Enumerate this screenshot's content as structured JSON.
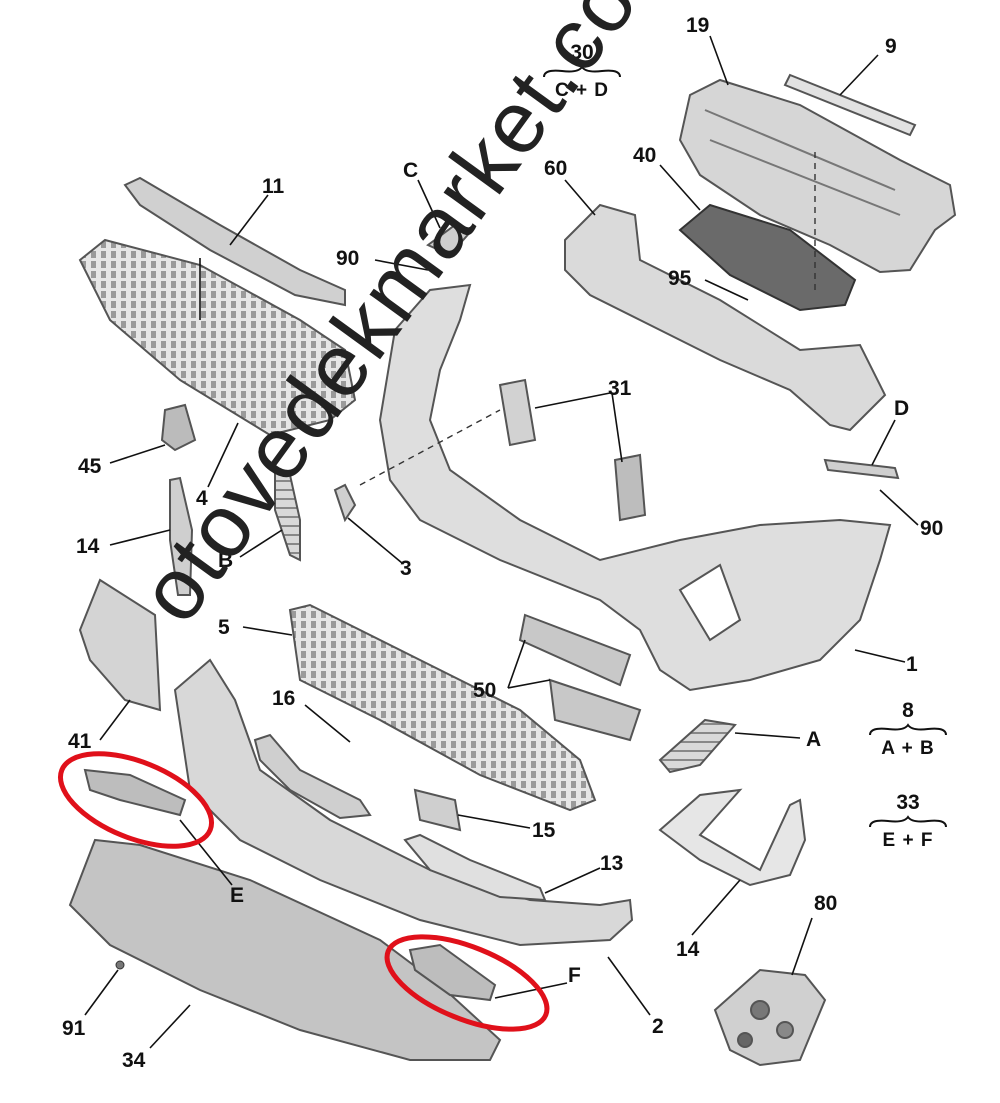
{
  "labels": {
    "p19": "19",
    "p9": "9",
    "p60": "60",
    "p40": "40",
    "p95": "95",
    "pC": "C",
    "p90a": "90",
    "p11": "11",
    "p45": "45",
    "p4": "4",
    "p14a": "14",
    "pB": "B",
    "p3": "3",
    "p31": "31",
    "pD": "D",
    "p90b": "90",
    "p1": "1",
    "p5": "5",
    "p50": "50",
    "p16": "16",
    "p41": "41",
    "pE": "E",
    "p15": "15",
    "p13": "13",
    "pA": "A",
    "p14b": "14",
    "p80": "80",
    "pF": "F",
    "p2": "2",
    "p91": "91",
    "p34": "34"
  },
  "groups": {
    "g30": {
      "number": "30",
      "combo": "C + D"
    },
    "g8": {
      "number": "8",
      "combo": "A + B"
    },
    "g33": {
      "number": "33",
      "combo": "E + F"
    }
  },
  "watermark": "otovedekmarket.com",
  "colors": {
    "part_fill": "#dcdcdc",
    "part_stroke": "#555555",
    "highlight": "#e0101a"
  }
}
